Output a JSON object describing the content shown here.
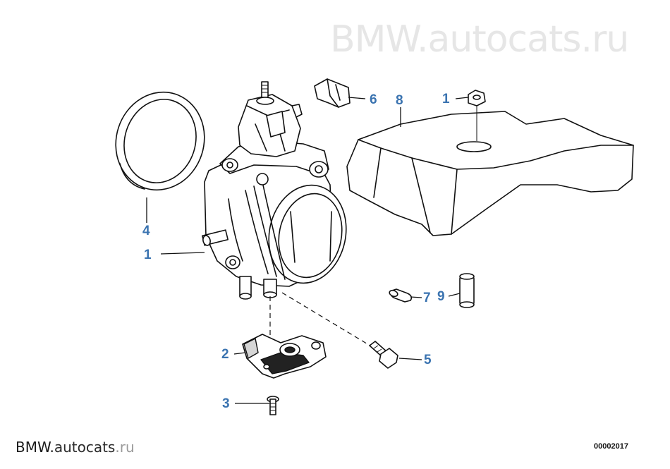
{
  "watermark_top": {
    "brand": "BMW.",
    "domain": "autocats",
    "tld": ".ru"
  },
  "watermark_bottom": {
    "brand": "BMW.",
    "domain": "autocats",
    "tld": ".ru"
  },
  "reference_number": "00002017",
  "callouts": [
    {
      "id": "c1a",
      "label": "1"
    },
    {
      "id": "c1b",
      "label": "1"
    },
    {
      "id": "c2",
      "label": "2"
    },
    {
      "id": "c3",
      "label": "3"
    },
    {
      "id": "c4",
      "label": "4"
    },
    {
      "id": "c5",
      "label": "5"
    },
    {
      "id": "c6",
      "label": "6"
    },
    {
      "id": "c7",
      "label": "7"
    },
    {
      "id": "c8",
      "label": "8"
    },
    {
      "id": "c9",
      "label": "9"
    }
  ]
}
